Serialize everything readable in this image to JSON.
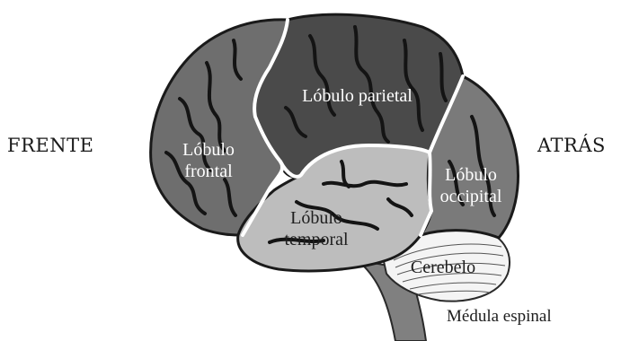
{
  "directions": {
    "front": "FRENTE",
    "back": "ATRÁS"
  },
  "lobes": {
    "frontal": {
      "line1": "Lóbulo",
      "line2": "frontal"
    },
    "parietal": {
      "line1": "Lóbulo parietal"
    },
    "occipital": {
      "line1": "Lóbulo",
      "line2": "occipital"
    },
    "temporal": {
      "line1": "Lóbulo",
      "line2": "temporal"
    },
    "cerebellum": {
      "line1": "Cerebelo"
    },
    "spinal_cord": {
      "line1": "Médula espinal"
    }
  },
  "colors": {
    "frontal": "#6e6e6e",
    "parietal": "#4a4a4a",
    "occipital": "#7a7a7a",
    "temporal": "#bdbdbd",
    "cerebellum": "#f4f4f4",
    "brainstem": "#808080",
    "sulci": "#141414",
    "boundary": "#ffffff"
  }
}
